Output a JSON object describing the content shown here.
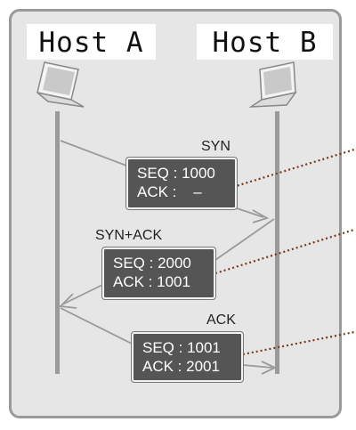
{
  "hosts": {
    "a": "Host A",
    "b": "Host B"
  },
  "messages": [
    {
      "label": "SYN",
      "seq": "SEQ : 1000",
      "ack": "ACK :    –"
    },
    {
      "label": "SYN+ACK",
      "seq": "SEQ : 2000",
      "ack": "ACK : 1001"
    },
    {
      "label": "ACK",
      "seq": "SEQ : 1001",
      "ack": "ACK : 2001"
    }
  ],
  "colors": {
    "panel": "#e6e6e6",
    "packet_box": "#555555",
    "pointer": "#7a3a1a"
  },
  "icons": {
    "host_a": "laptop-icon",
    "host_b": "laptop-icon"
  }
}
